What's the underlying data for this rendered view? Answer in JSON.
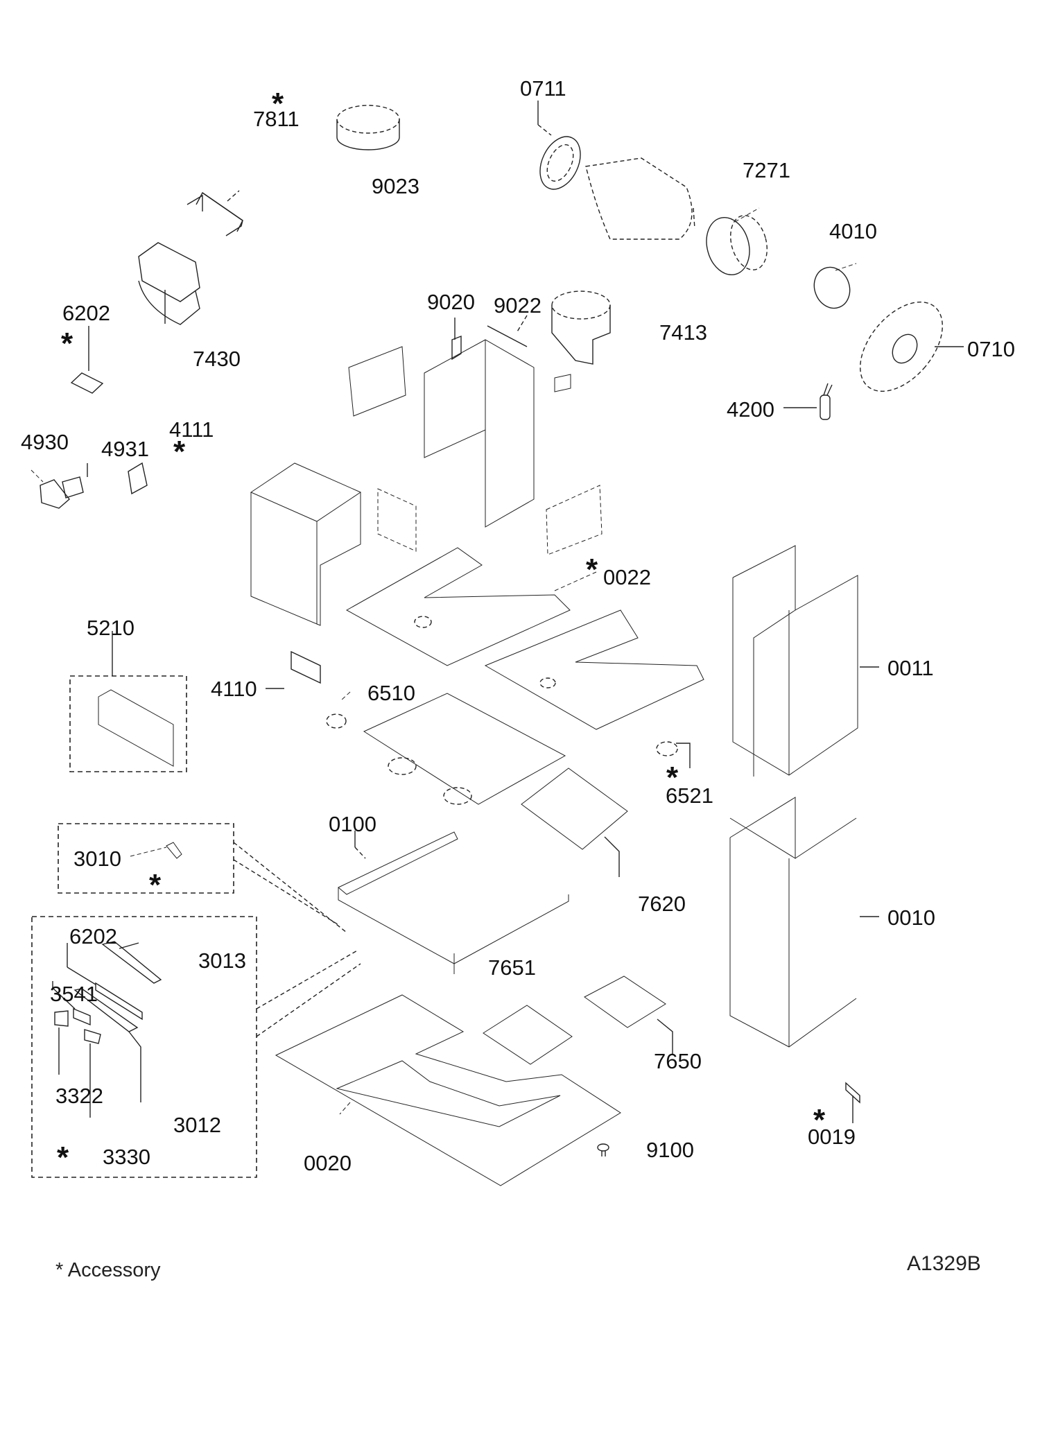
{
  "drawing": {
    "type": "exploded parts diagram (chimney range hood)",
    "drawing_number": "A1329B",
    "footnote": "* Accessory",
    "accessory_marker": "*",
    "parts": [
      {
        "id": "7811",
        "accessory": true
      },
      {
        "id": "0711",
        "accessory": false
      },
      {
        "id": "9023",
        "accessory": false
      },
      {
        "id": "7271",
        "accessory": false
      },
      {
        "id": "4010",
        "accessory": false
      },
      {
        "id": "6202",
        "accessory": true
      },
      {
        "id": "7430",
        "accessory": false
      },
      {
        "id": "9020",
        "accessory": false
      },
      {
        "id": "9022",
        "accessory": false
      },
      {
        "id": "7413",
        "accessory": false
      },
      {
        "id": "0710",
        "accessory": false
      },
      {
        "id": "4200",
        "accessory": false
      },
      {
        "id": "4930",
        "accessory": false
      },
      {
        "id": "4931",
        "accessory": false
      },
      {
        "id": "4111",
        "accessory": true
      },
      {
        "id": "0022",
        "accessory": true
      },
      {
        "id": "5210",
        "accessory": false
      },
      {
        "id": "0011",
        "accessory": false
      },
      {
        "id": "4110",
        "accessory": false
      },
      {
        "id": "6510",
        "accessory": false
      },
      {
        "id": "6521",
        "accessory": true
      },
      {
        "id": "0100",
        "accessory": false
      },
      {
        "id": "3010",
        "accessory": true
      },
      {
        "id": "7620",
        "accessory": false
      },
      {
        "id": "0010",
        "accessory": false
      },
      {
        "id": "6202",
        "accessory": true
      },
      {
        "id": "3013",
        "accessory": true
      },
      {
        "id": "7651",
        "accessory": false
      },
      {
        "id": "3541",
        "accessory": true
      },
      {
        "id": "7650",
        "accessory": false
      },
      {
        "id": "3322",
        "accessory": true
      },
      {
        "id": "3012",
        "accessory": true
      },
      {
        "id": "0019",
        "accessory": true
      },
      {
        "id": "3330",
        "accessory": true
      },
      {
        "id": "9100",
        "accessory": false
      },
      {
        "id": "0020",
        "accessory": false
      }
    ]
  }
}
